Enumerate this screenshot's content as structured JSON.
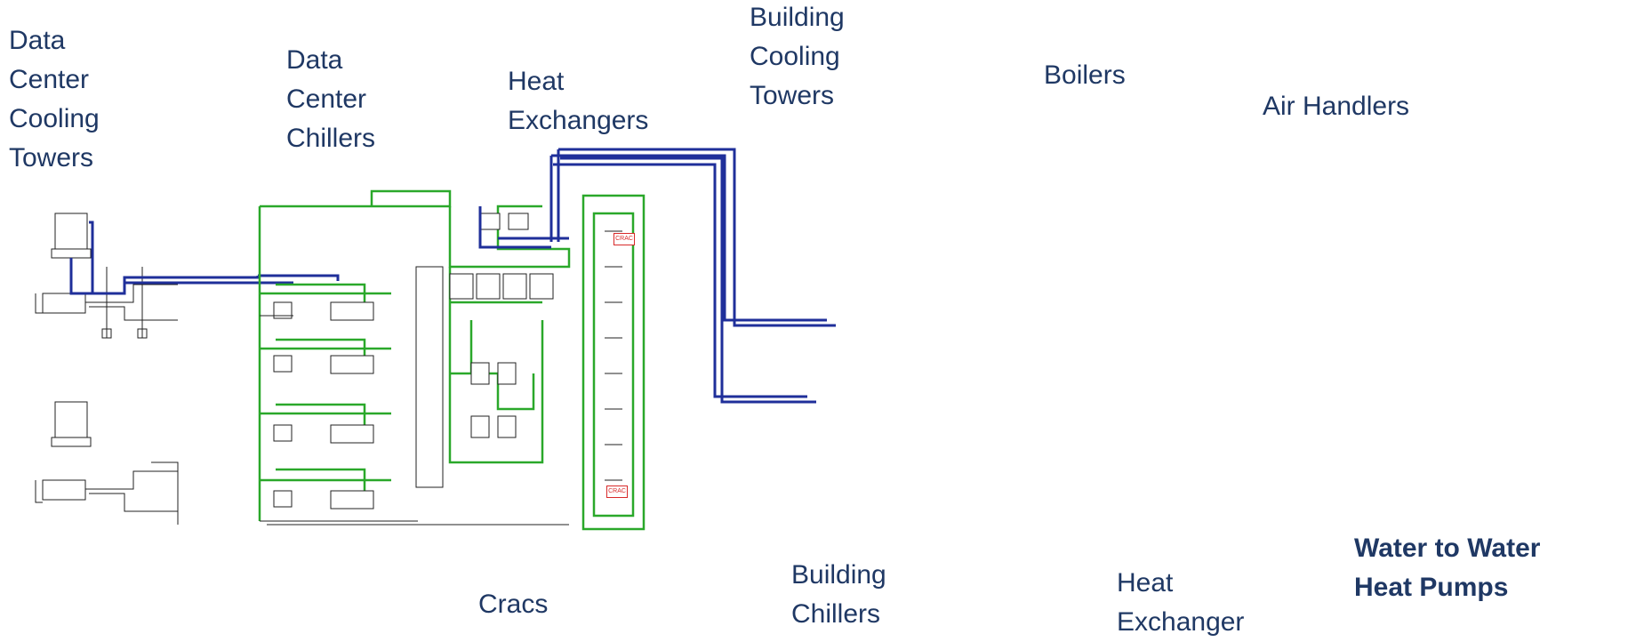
{
  "labels": {
    "dc_cooling_towers": [
      "Data",
      "Center",
      "Cooling",
      "Towers"
    ],
    "dc_chillers": [
      "Data",
      "Center",
      "Chillers"
    ],
    "heat_exchangers": [
      "Heat",
      "Exchangers"
    ],
    "bldg_cooling_towers": [
      "Building",
      "Cooling",
      "Towers"
    ],
    "boilers": "Boilers",
    "air_handlers": "Air Handlers",
    "cracs": "Cracs",
    "bldg_chillers": [
      "Building",
      "Chillers"
    ],
    "heat_exchanger": [
      "Heat",
      "Exchanger"
    ],
    "wtw_heat_pumps": [
      "Water to Water",
      "Heat Pumps"
    ]
  },
  "crac_tag": "CRAC",
  "colors": {
    "label_text": "#1f3864",
    "arrow": "#c8254f",
    "condenser_loop": "#1f2f9a",
    "data_center_loop": "#2aa82a",
    "building_chilled_loop": "#d45a12",
    "hot_water_loop": "#c040c0",
    "air_handler_loop": "#e6e600",
    "piping_black": "#222222",
    "crac_red": "#d82a2a"
  }
}
